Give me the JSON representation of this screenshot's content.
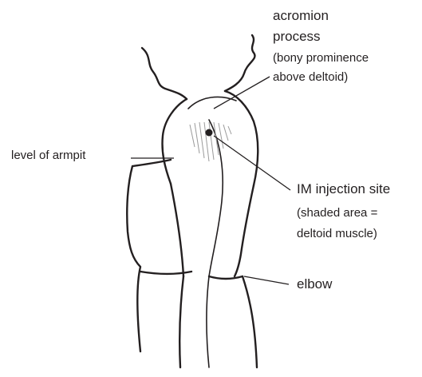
{
  "labels": {
    "acromion_line1": "acromion",
    "acromion_line2": "process",
    "acromion_line3": "(bony prominence",
    "acromion_line4": "above deltoid)",
    "armpit": "level of armpit",
    "injection_line1": "IM injection site",
    "injection_line2": "(shaded area =",
    "injection_line3": "deltoid muscle)",
    "elbow": "elbow"
  },
  "colors": {
    "ink": "#231f20",
    "shading": "#9a9a9a",
    "background": "#ffffff"
  }
}
